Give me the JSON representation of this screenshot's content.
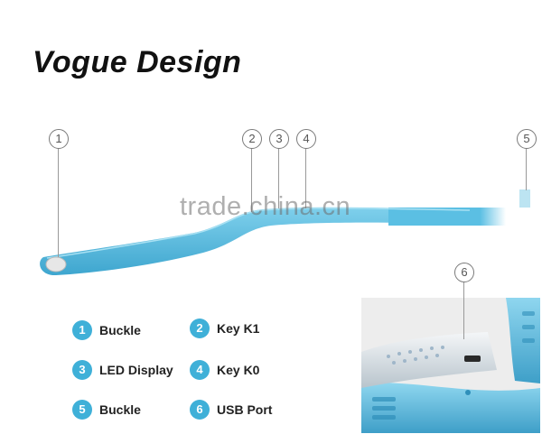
{
  "title": "Vogue Design",
  "callouts": [
    "1",
    "2",
    "3",
    "4",
    "5",
    "6"
  ],
  "watermark": "trade.china.cn",
  "legend": [
    {
      "num": "1",
      "label": "Buckle"
    },
    {
      "num": "2",
      "label": "Key K1"
    },
    {
      "num": "3",
      "label": "LED Display"
    },
    {
      "num": "4",
      "label": "Key K0"
    },
    {
      "num": "5",
      "label": "Buckle"
    },
    {
      "num": "6",
      "label": "USB Port"
    }
  ],
  "colors": {
    "band": "#5bbfe3",
    "band_dark": "#3aa3cc",
    "legend_badge": "#3fb0d8",
    "title": "#111111"
  }
}
